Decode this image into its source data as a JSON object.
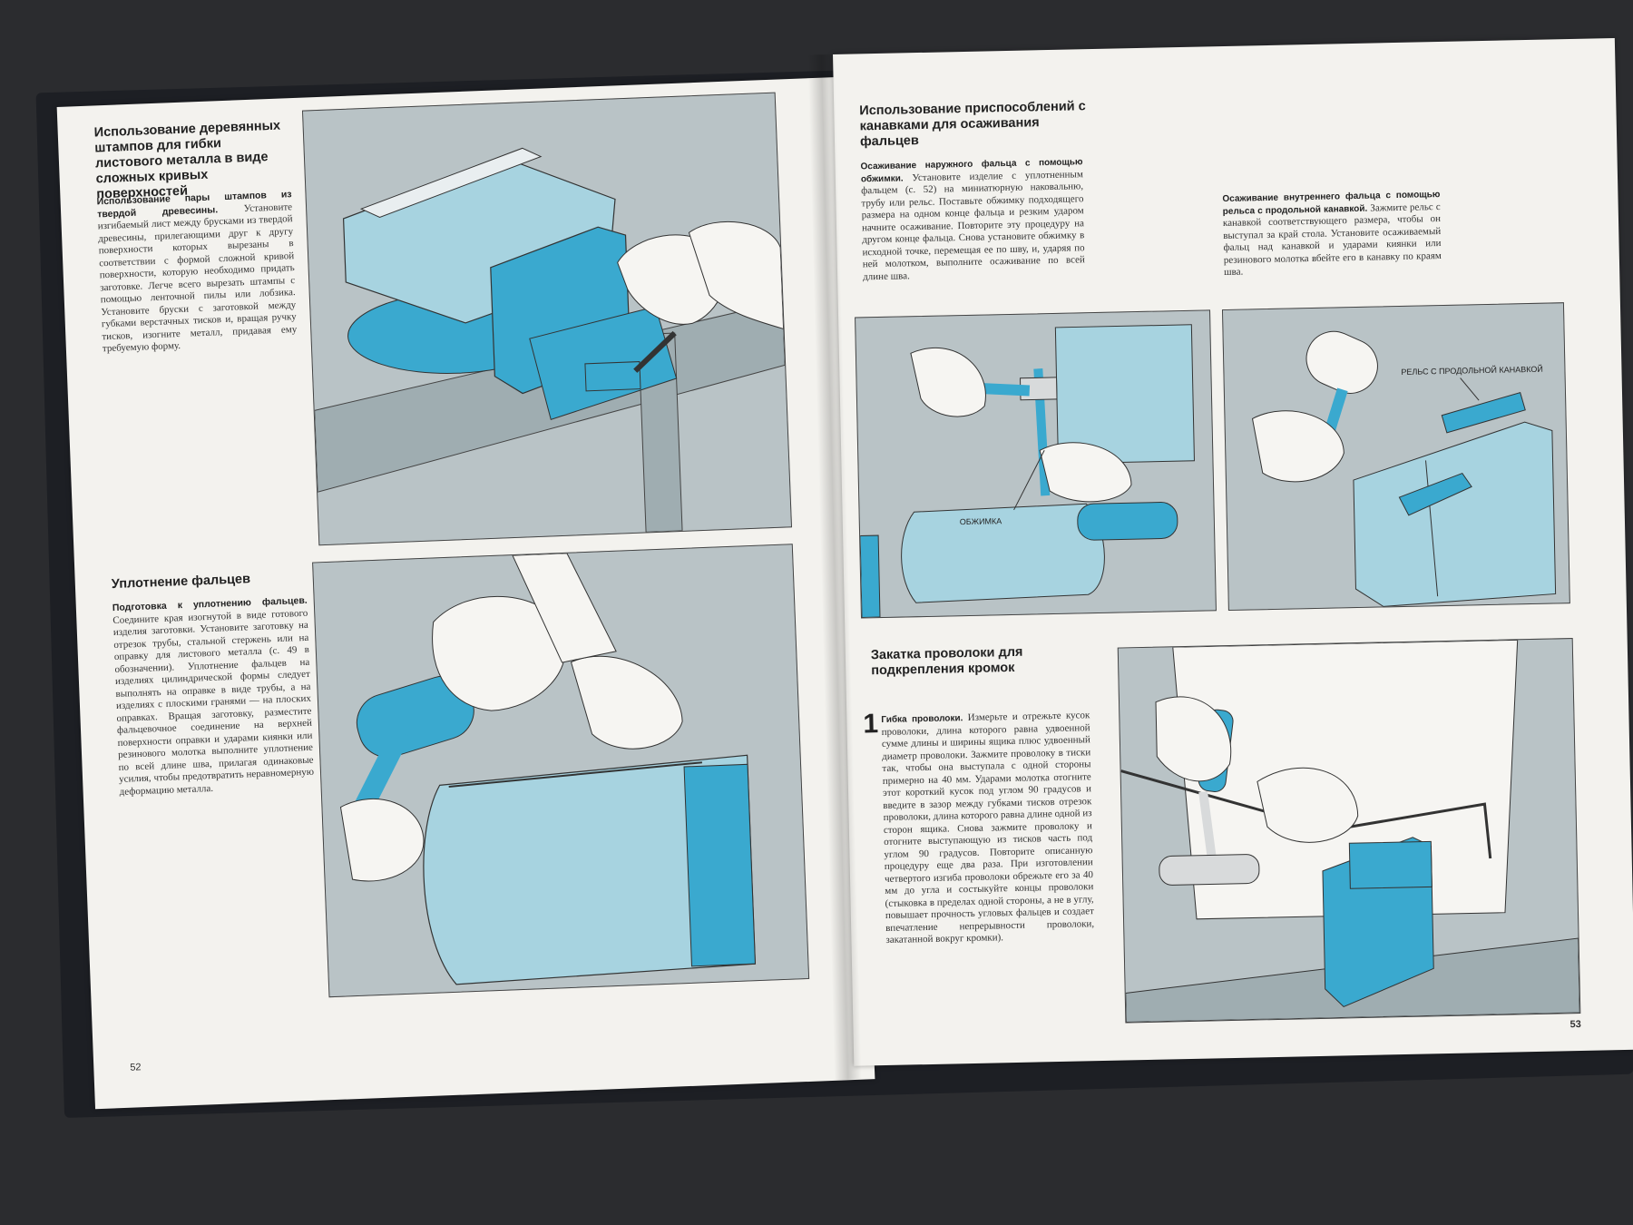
{
  "left_page": {
    "section1": {
      "title": "Использование деревянных штампов для гибки листового металла в виде сложных кривых поверхностей",
      "lead": "Использование пары штампов из твердой древесины.",
      "text": "Установите изгибаемый лист между брусками из твердой древесины, прилегающими друг к другу поверхности которых вырезаны в соответствии с формой сложной кривой поверхности, которую необходимо придать заготовке. Легче всего вырезать штампы с помощью ленточной пилы или лобзика. Установите бруски с заготовкой между губками верстачных тисков и, вращая ручку тисков, изогните металл, придавая ему требуемую форму."
    },
    "section2": {
      "title": "Уплотнение фальцев",
      "lead": "Подготовка к уплотнению фальцев.",
      "text": "Соедините края изогнутой в виде готового изделия заготовки. Установите заготовку на отрезок трубы, стальной стержень или на оправку для листового металла (с. 49 в обозначении). Уплотнение фальцев на изделиях цилиндрической формы следует выполнять на оправке в виде трубы, а на изделиях с плоскими гранями — на плоских оправках. Вращая заготовку, разместите фальцевочное соединение на верхней поверхности оправки и ударами киянки или резинового молотка выполните уплотнение по всей длине шва, прилагая одинаковые усилия, чтобы предотвратить неравномерную деформацию металла."
    },
    "page_number": "52"
  },
  "right_page": {
    "section1": {
      "title": "Использование приспособлений с канавками для осаживания фальцев",
      "caption_a": {
        "lead": "Осаживание наружного фальца с помощью обжимки.",
        "text": "Установите изделие с уплотненным фальцем (с. 52) на миниатюрную наковальню, трубу или рельс. Поставьте обжимку подходящего размера на одном конце фальца и резким ударом начните осаживание. Повторите эту процедуру на другом конце фальца. Снова установите обжимку в исходной точке, перемещая ее по шву, и, ударяя по ней молотком, выполните осаживание по всей длине шва."
      },
      "caption_b": {
        "lead": "Осаживание внутреннего фальца с помощью рельса с продольной канавкой.",
        "text": "Зажмите рельс с канавкой соответствующего размера, чтобы он выступал за край стола. Установите осаживаемый фальц над канавкой и ударами киянки или резинового молотка вбейте его в канавку по краям шва."
      },
      "label_crimp": "ОБЖИМКА",
      "label_rail": "РЕЛЬС С ПРОДОЛЬНОЙ КАНАВКОЙ"
    },
    "section2": {
      "title": "Закатка проволоки для подкрепления кромок",
      "step": "1",
      "lead": "Гибка проволоки.",
      "text": "Измерьте и отрежьте кусок проволоки, длина которого равна удвоенной сумме длины и ширины ящика плюс удвоенный диаметр проволоки. Зажмите проволоку в тиски так, чтобы она выступала с одной стороны примерно на 40 мм. Ударами молотка отогните этот короткий кусок под углом 90 градусов и введите в зазор между губками тисков отрезок проволоки, длина которого равна длине одной из сторон ящика. Снова зажмите проволоку и отогните выступающую из тисков часть под углом 90 градусов. Повторите описанную процедуру еще два раза. При изготовлении четвертого изгиба проволоки обрежьте его за 40 мм до угла и состыкуйте концы проволоки (стыковка в пределах одной стороны, а не в углу, повышает прочность угловых фальцев и создает впечатление непрерывности проволоки, закатанной вокруг кромки)."
    },
    "page_number": "53"
  },
  "colors": {
    "tool_blue": "#3aa9cf",
    "metal_light": "#a7d3e0",
    "background_grey": "#b9c3c6",
    "paper": "#f3f2ee"
  }
}
